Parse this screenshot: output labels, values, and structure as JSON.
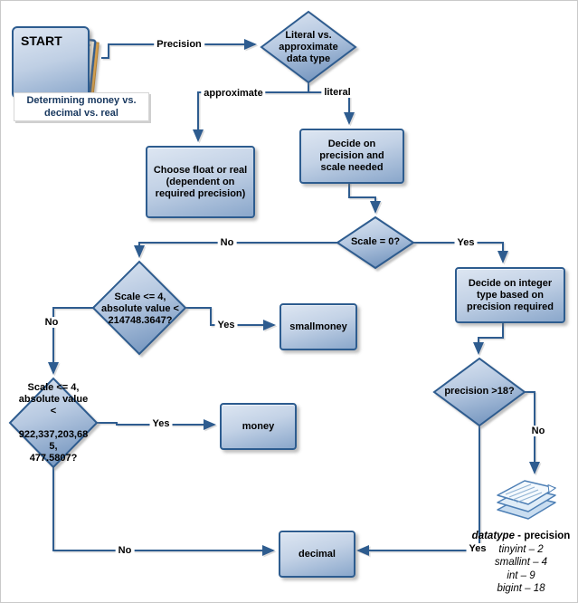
{
  "colors": {
    "accent": "#2d5c8f",
    "node_fill_top": "#dde6f2",
    "node_fill_bottom": "#8aa7cb",
    "caption_text": "#17375e"
  },
  "start": {
    "label": "START",
    "caption": [
      "Determining money vs.",
      "decimal vs. real"
    ]
  },
  "nodes": {
    "literal_vs_approx": {
      "lines": [
        "Literal vs.",
        "approximate",
        "data type"
      ]
    },
    "float_real": {
      "lines": [
        "Choose float or real",
        "(dependent on",
        "required precision)"
      ]
    },
    "precision_scale": {
      "lines": [
        "Decide on",
        "precision and",
        "scale needed"
      ]
    },
    "scale_zero": {
      "label": "Scale = 0?"
    },
    "integer_type": {
      "lines": [
        "Decide on integer",
        "type based on",
        "precision required"
      ]
    },
    "scale4_smallmoney": {
      "lines": [
        "Scale <= 4,",
        "absolute value <",
        "214748.3647?"
      ]
    },
    "smallmoney": {
      "label": "smallmoney"
    },
    "scale4_money": {
      "lines": [
        "Scale <= 4,",
        "absolute value",
        "<",
        "",
        "922,337,203,68",
        "5,",
        "477.5807?"
      ]
    },
    "money": {
      "label": "money"
    },
    "precision_gt18": {
      "label": "precision >18?"
    },
    "decimal": {
      "label": "decimal"
    }
  },
  "edge_labels": {
    "precision": "Precision",
    "approximate": "approximate",
    "literal": "literal",
    "scale_zero_no": "No",
    "scale_zero_yes": "Yes",
    "smallmoney_yes": "Yes",
    "smallmoney_no": "No",
    "money_yes": "Yes",
    "money_no": "No",
    "int_no": "No",
    "int_yes": "Yes"
  },
  "legend": {
    "title_em": "datatype",
    "title_rest": " - precision",
    "items": [
      "tinyint – 2",
      "smallint – 4",
      "int – 9",
      "bigint – 18"
    ]
  },
  "icons": {
    "clipboard": "note-clipboard-icon",
    "documents": "document-stack-icon"
  }
}
